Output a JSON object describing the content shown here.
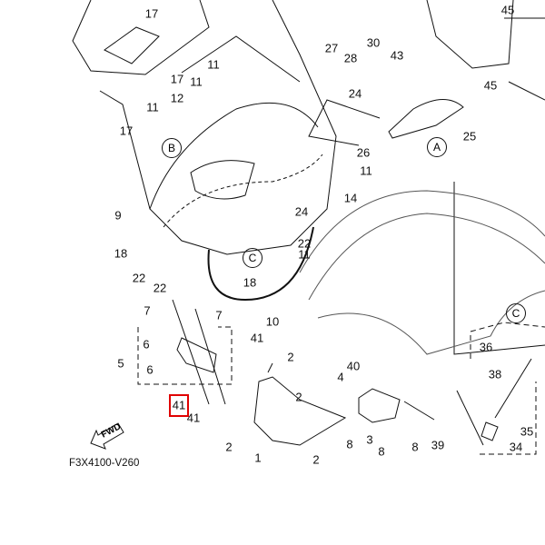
{
  "diagram_code": "F3X4100-V260",
  "direction_label": "FWD",
  "callouts": [
    "A",
    "B",
    "C",
    "C"
  ],
  "highlighted_part": "41",
  "colors": {
    "line": "#111111",
    "highlight": "#e00000"
  },
  "part_labels": [
    "17",
    "17",
    "17",
    "11",
    "11",
    "12",
    "11",
    "9",
    "18",
    "22",
    "22",
    "18",
    "30",
    "27",
    "28",
    "24",
    "43",
    "45",
    "45",
    "25",
    "26",
    "11",
    "14",
    "24",
    "22",
    "11",
    "10",
    "7",
    "7",
    "6",
    "5",
    "6",
    "41",
    "41",
    "41",
    "2",
    "1",
    "36",
    "38",
    "40",
    "4",
    "2",
    "2",
    "8",
    "3",
    "8",
    "8",
    "39",
    "35",
    "34",
    "2"
  ]
}
